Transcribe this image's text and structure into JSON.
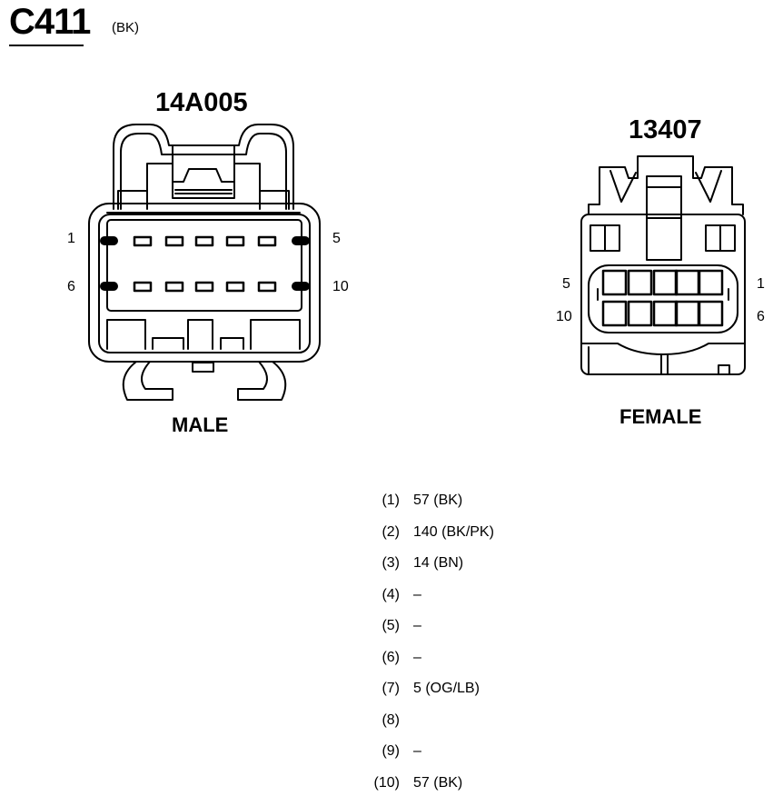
{
  "connector": {
    "id": "C411",
    "color_code": "(BK)"
  },
  "male": {
    "part_number": "14A005",
    "label": "MALE",
    "pins": {
      "top_left": "1",
      "bottom_left": "6",
      "top_right": "5",
      "bottom_right": "10"
    }
  },
  "female": {
    "part_number": "13407",
    "label": "FEMALE",
    "pins": {
      "top_left": "5",
      "bottom_left": "10",
      "top_right": "1",
      "bottom_right": "6"
    }
  },
  "pinout": [
    {
      "pin": "(1)",
      "wire": "57 (BK)"
    },
    {
      "pin": "(2)",
      "wire": "140 (BK/PK)"
    },
    {
      "pin": "(3)",
      "wire": "14 (BN)"
    },
    {
      "pin": "(4)",
      "wire": "–"
    },
    {
      "pin": "(5)",
      "wire": "–"
    },
    {
      "pin": "(6)",
      "wire": "–"
    },
    {
      "pin": "(7)",
      "wire": "5 (OG/LB)"
    },
    {
      "pin": "(8)",
      "wire": ""
    },
    {
      "pin": "(9)",
      "wire": "–"
    },
    {
      "pin": "(10)",
      "wire": "57 (BK)"
    }
  ]
}
